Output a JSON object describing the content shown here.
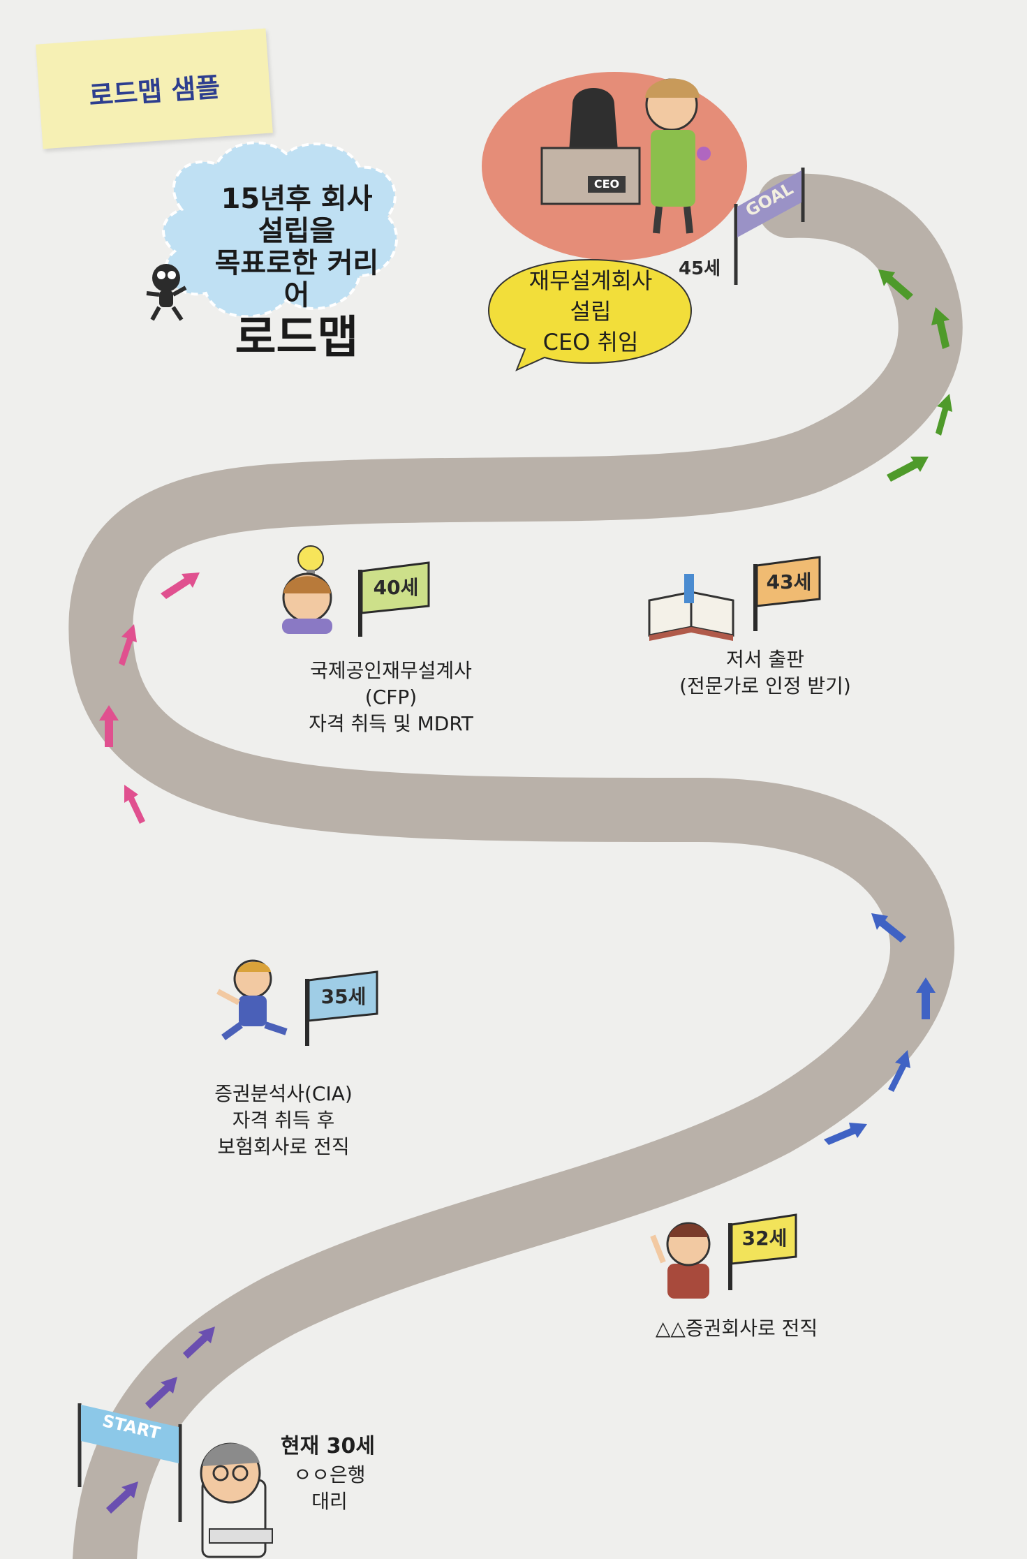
{
  "header": {
    "title": "로드맵 샘플"
  },
  "intro": {
    "line1": "15년후 회사설립을",
    "line2": "목표로한 커리어",
    "line3": "로드맵"
  },
  "banners": {
    "start": "START",
    "goal": "GOAL"
  },
  "milestones": [
    {
      "age": "현재 30세",
      "desc": "ㅇㅇ은행\n대리"
    },
    {
      "age": "32세",
      "desc": "△△증권회사로 전직"
    },
    {
      "age": "35세",
      "desc": "증권분석사(CIA)\n자격 취득 후\n보험회사로 전직"
    },
    {
      "age": "40세",
      "desc": "국제공인재무설계사\n(CFP)\n자격 취득 및 MDRT"
    },
    {
      "age": "43세",
      "desc": "저서 출판\n(전문가로 인정 받기)"
    },
    {
      "age": "45세",
      "desc": "재무설계회사\n설립\nCEO 취임"
    }
  ],
  "ceo_sign": "CEO",
  "colors": {
    "road": "#b9b1a9",
    "arrow_purple": "#6a4fb0",
    "arrow_blue": "#3f62c4",
    "arrow_pink": "#e0508f",
    "arrow_green": "#4e9a2a",
    "goal_blob": "#e58d78",
    "speech_bubble": "#f2de3a",
    "cloud": "#bfe0f3",
    "flag_green": "#cde08a",
    "flag_blue": "#9fcde6",
    "flag_yellow": "#f2e35a",
    "flag_orange": "#f0bb72"
  }
}
